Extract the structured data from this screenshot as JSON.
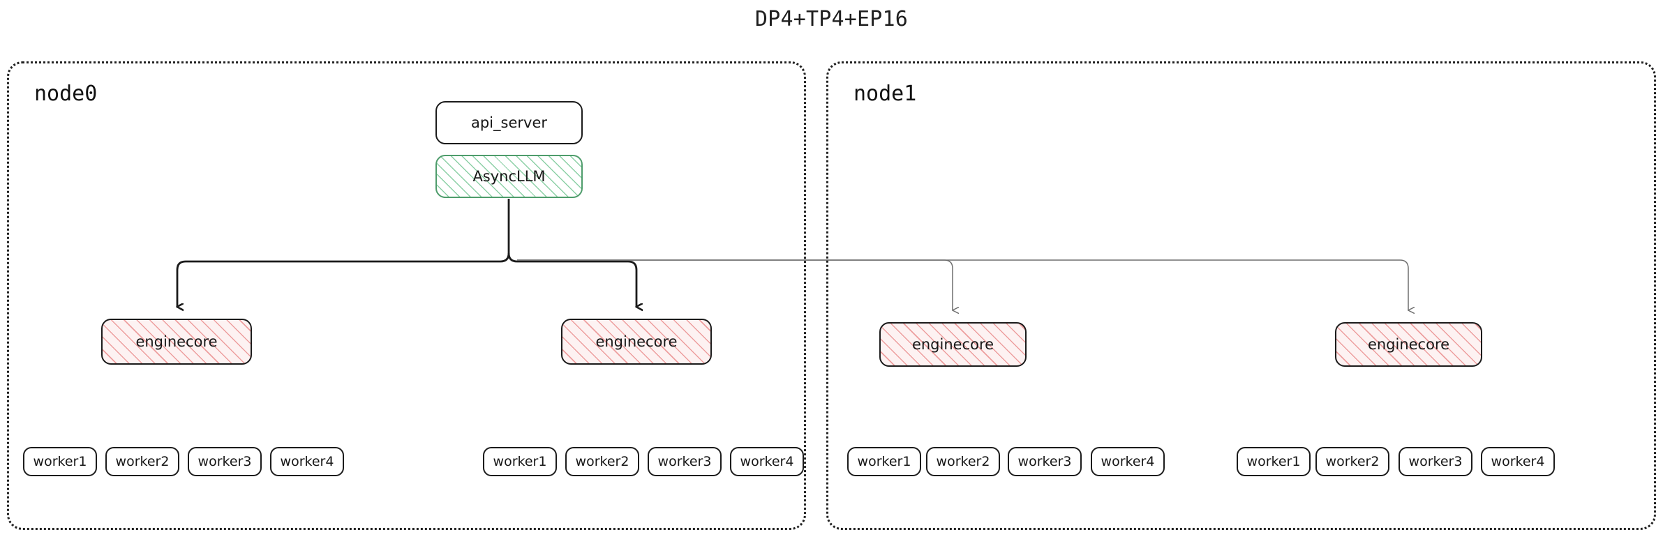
{
  "title": "DP4+TP4+EP16",
  "colors": {
    "background": "#ffffff",
    "text": "#171717",
    "node_border": "#222222",
    "async_hatch": "#78c896",
    "async_border": "#4e9c6b",
    "engine_hatch": "#e88282",
    "engine_fill": "#fdf2f2",
    "engine_border": "#1b1b1b",
    "edge_primary": "#1b1b1b",
    "edge_secondary": "#777777"
  },
  "groups": [
    {
      "id": "node0",
      "label": "node0",
      "top_boxes": [
        {
          "id": "api_server",
          "label": "api_server",
          "style": "plain"
        },
        {
          "id": "async_llm",
          "label": "AsyncLLM",
          "style": "async-hatch"
        }
      ],
      "engines": [
        {
          "id": "node0-engine-0",
          "label": "enginecore",
          "workers": [
            "worker1",
            "worker2",
            "worker3",
            "worker4"
          ]
        },
        {
          "id": "node0-engine-1",
          "label": "enginecore",
          "workers": [
            "worker1",
            "worker2",
            "worker3",
            "worker4"
          ]
        }
      ]
    },
    {
      "id": "node1",
      "label": "node1",
      "top_boxes": [],
      "engines": [
        {
          "id": "node1-engine-0",
          "label": "enginecore",
          "workers": [
            "worker1",
            "worker2",
            "worker3",
            "worker4"
          ]
        },
        {
          "id": "node1-engine-1",
          "label": "enginecore",
          "workers": [
            "worker1",
            "worker2",
            "worker3",
            "worker4"
          ]
        }
      ]
    }
  ],
  "edges": [
    {
      "from": "async_llm",
      "to": "node0-engine-0",
      "weight": "primary"
    },
    {
      "from": "async_llm",
      "to": "node0-engine-1",
      "weight": "primary"
    },
    {
      "from": "async_llm",
      "to": "node1-engine-0",
      "weight": "secondary"
    },
    {
      "from": "async_llm",
      "to": "node1-engine-1",
      "weight": "secondary"
    }
  ]
}
